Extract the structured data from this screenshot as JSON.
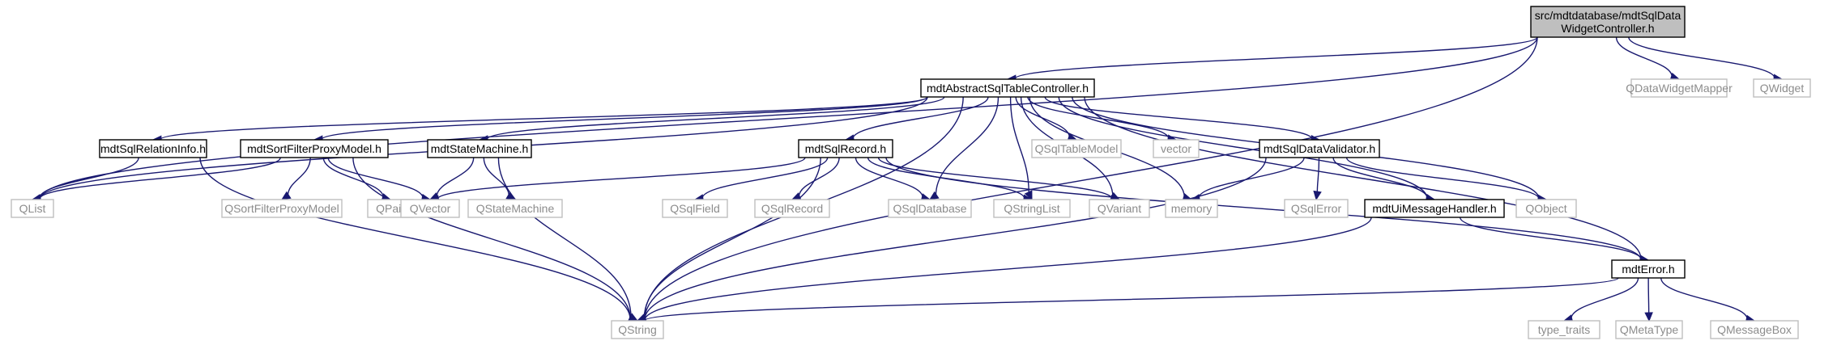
{
  "graph": {
    "nodes": [
      {
        "id": "root",
        "lines": [
          "src/mdtdatabase/mdtSqlData",
          "WidgetController.h"
        ],
        "kind": "root"
      },
      {
        "id": "abstract",
        "lines": [
          "mdtAbstractSqlTableController.h"
        ],
        "kind": "doc"
      },
      {
        "id": "qdatawidgetmapper",
        "lines": [
          "QDataWidgetMapper"
        ],
        "kind": "ext"
      },
      {
        "id": "qwidget",
        "lines": [
          "QWidget"
        ],
        "kind": "ext"
      },
      {
        "id": "relationinfo",
        "lines": [
          "mdtSqlRelationInfo.h"
        ],
        "kind": "doc"
      },
      {
        "id": "sortfilter",
        "lines": [
          "mdtSortFilterProxyModel.h"
        ],
        "kind": "doc"
      },
      {
        "id": "statemachine",
        "lines": [
          "mdtStateMachine.h"
        ],
        "kind": "doc"
      },
      {
        "id": "sqlrecord",
        "lines": [
          "mdtSqlRecord.h"
        ],
        "kind": "doc"
      },
      {
        "id": "qsqltablemodel",
        "lines": [
          "QSqlTableModel"
        ],
        "kind": "ext"
      },
      {
        "id": "vector",
        "lines": [
          "vector"
        ],
        "kind": "ext"
      },
      {
        "id": "validator",
        "lines": [
          "mdtSqlDataValidator.h"
        ],
        "kind": "doc"
      },
      {
        "id": "qlist",
        "lines": [
          "QList"
        ],
        "kind": "ext"
      },
      {
        "id": "qsortfilterproxymodel",
        "lines": [
          "QSortFilterProxyModel"
        ],
        "kind": "ext"
      },
      {
        "id": "qpair",
        "lines": [
          "QPair"
        ],
        "kind": "ext"
      },
      {
        "id": "qvector",
        "lines": [
          "QVector"
        ],
        "kind": "ext"
      },
      {
        "id": "qstatemachine",
        "lines": [
          "QStateMachine"
        ],
        "kind": "ext"
      },
      {
        "id": "qsqlfield",
        "lines": [
          "QSqlField"
        ],
        "kind": "ext"
      },
      {
        "id": "qsqlrecord",
        "lines": [
          "QSqlRecord"
        ],
        "kind": "ext"
      },
      {
        "id": "qsqldatabase",
        "lines": [
          "QSqlDatabase"
        ],
        "kind": "ext"
      },
      {
        "id": "qstringlist",
        "lines": [
          "QStringList"
        ],
        "kind": "ext"
      },
      {
        "id": "qvariant",
        "lines": [
          "QVariant"
        ],
        "kind": "ext"
      },
      {
        "id": "memory",
        "lines": [
          "memory"
        ],
        "kind": "ext"
      },
      {
        "id": "qsqlerror",
        "lines": [
          "QSqlError"
        ],
        "kind": "ext"
      },
      {
        "id": "uimessage",
        "lines": [
          "mdtUiMessageHandler.h"
        ],
        "kind": "doc"
      },
      {
        "id": "qobject",
        "lines": [
          "QObject"
        ],
        "kind": "ext"
      },
      {
        "id": "mdterror",
        "lines": [
          "mdtError.h"
        ],
        "kind": "doc"
      },
      {
        "id": "qstring",
        "lines": [
          "QString"
        ],
        "kind": "ext"
      },
      {
        "id": "typetraits",
        "lines": [
          "type_traits"
        ],
        "kind": "ext"
      },
      {
        "id": "qmetatype",
        "lines": [
          "QMetaType"
        ],
        "kind": "ext"
      },
      {
        "id": "qmessagebox",
        "lines": [
          "QMessageBox"
        ],
        "kind": "ext"
      }
    ],
    "edges": [
      [
        "root",
        "abstract"
      ],
      [
        "root",
        "qlist"
      ],
      [
        "root",
        "qdatawidgetmapper"
      ],
      [
        "root",
        "qwidget"
      ],
      [
        "root",
        "qstring"
      ],
      [
        "abstract",
        "relationinfo"
      ],
      [
        "abstract",
        "sortfilter"
      ],
      [
        "abstract",
        "statemachine"
      ],
      [
        "abstract",
        "sqlrecord"
      ],
      [
        "abstract",
        "qsqltablemodel"
      ],
      [
        "abstract",
        "vector"
      ],
      [
        "abstract",
        "validator"
      ],
      [
        "abstract",
        "qlist"
      ],
      [
        "abstract",
        "qsqldatabase"
      ],
      [
        "abstract",
        "qstringlist"
      ],
      [
        "abstract",
        "qvariant"
      ],
      [
        "abstract",
        "memory"
      ],
      [
        "abstract",
        "uimessage"
      ],
      [
        "abstract",
        "qobject"
      ],
      [
        "abstract",
        "mdterror"
      ],
      [
        "abstract",
        "qstring"
      ],
      [
        "relationinfo",
        "qlist"
      ],
      [
        "relationinfo",
        "qstring"
      ],
      [
        "sortfilter",
        "qlist"
      ],
      [
        "sortfilter",
        "qsortfilterproxymodel"
      ],
      [
        "sortfilter",
        "qpair"
      ],
      [
        "sortfilter",
        "qvector"
      ],
      [
        "sortfilter",
        "qstring"
      ],
      [
        "statemachine",
        "qvector"
      ],
      [
        "statemachine",
        "qstatemachine"
      ],
      [
        "statemachine",
        "qstring"
      ],
      [
        "sqlrecord",
        "qvector"
      ],
      [
        "sqlrecord",
        "qsqlfield"
      ],
      [
        "sqlrecord",
        "qsqlrecord"
      ],
      [
        "sqlrecord",
        "qsqldatabase"
      ],
      [
        "sqlrecord",
        "qstringlist"
      ],
      [
        "sqlrecord",
        "qvariant"
      ],
      [
        "sqlrecord",
        "mdterror"
      ],
      [
        "sqlrecord",
        "qstring"
      ],
      [
        "validator",
        "memory"
      ],
      [
        "validator",
        "qsqlerror"
      ],
      [
        "validator",
        "uimessage"
      ],
      [
        "validator",
        "qobject"
      ],
      [
        "validator",
        "qstring"
      ],
      [
        "uimessage",
        "mdterror"
      ],
      [
        "uimessage",
        "qstring"
      ],
      [
        "mdterror",
        "qstring"
      ],
      [
        "mdterror",
        "typetraits"
      ],
      [
        "mdterror",
        "qmetatype"
      ],
      [
        "mdterror",
        "qmessagebox"
      ]
    ]
  }
}
